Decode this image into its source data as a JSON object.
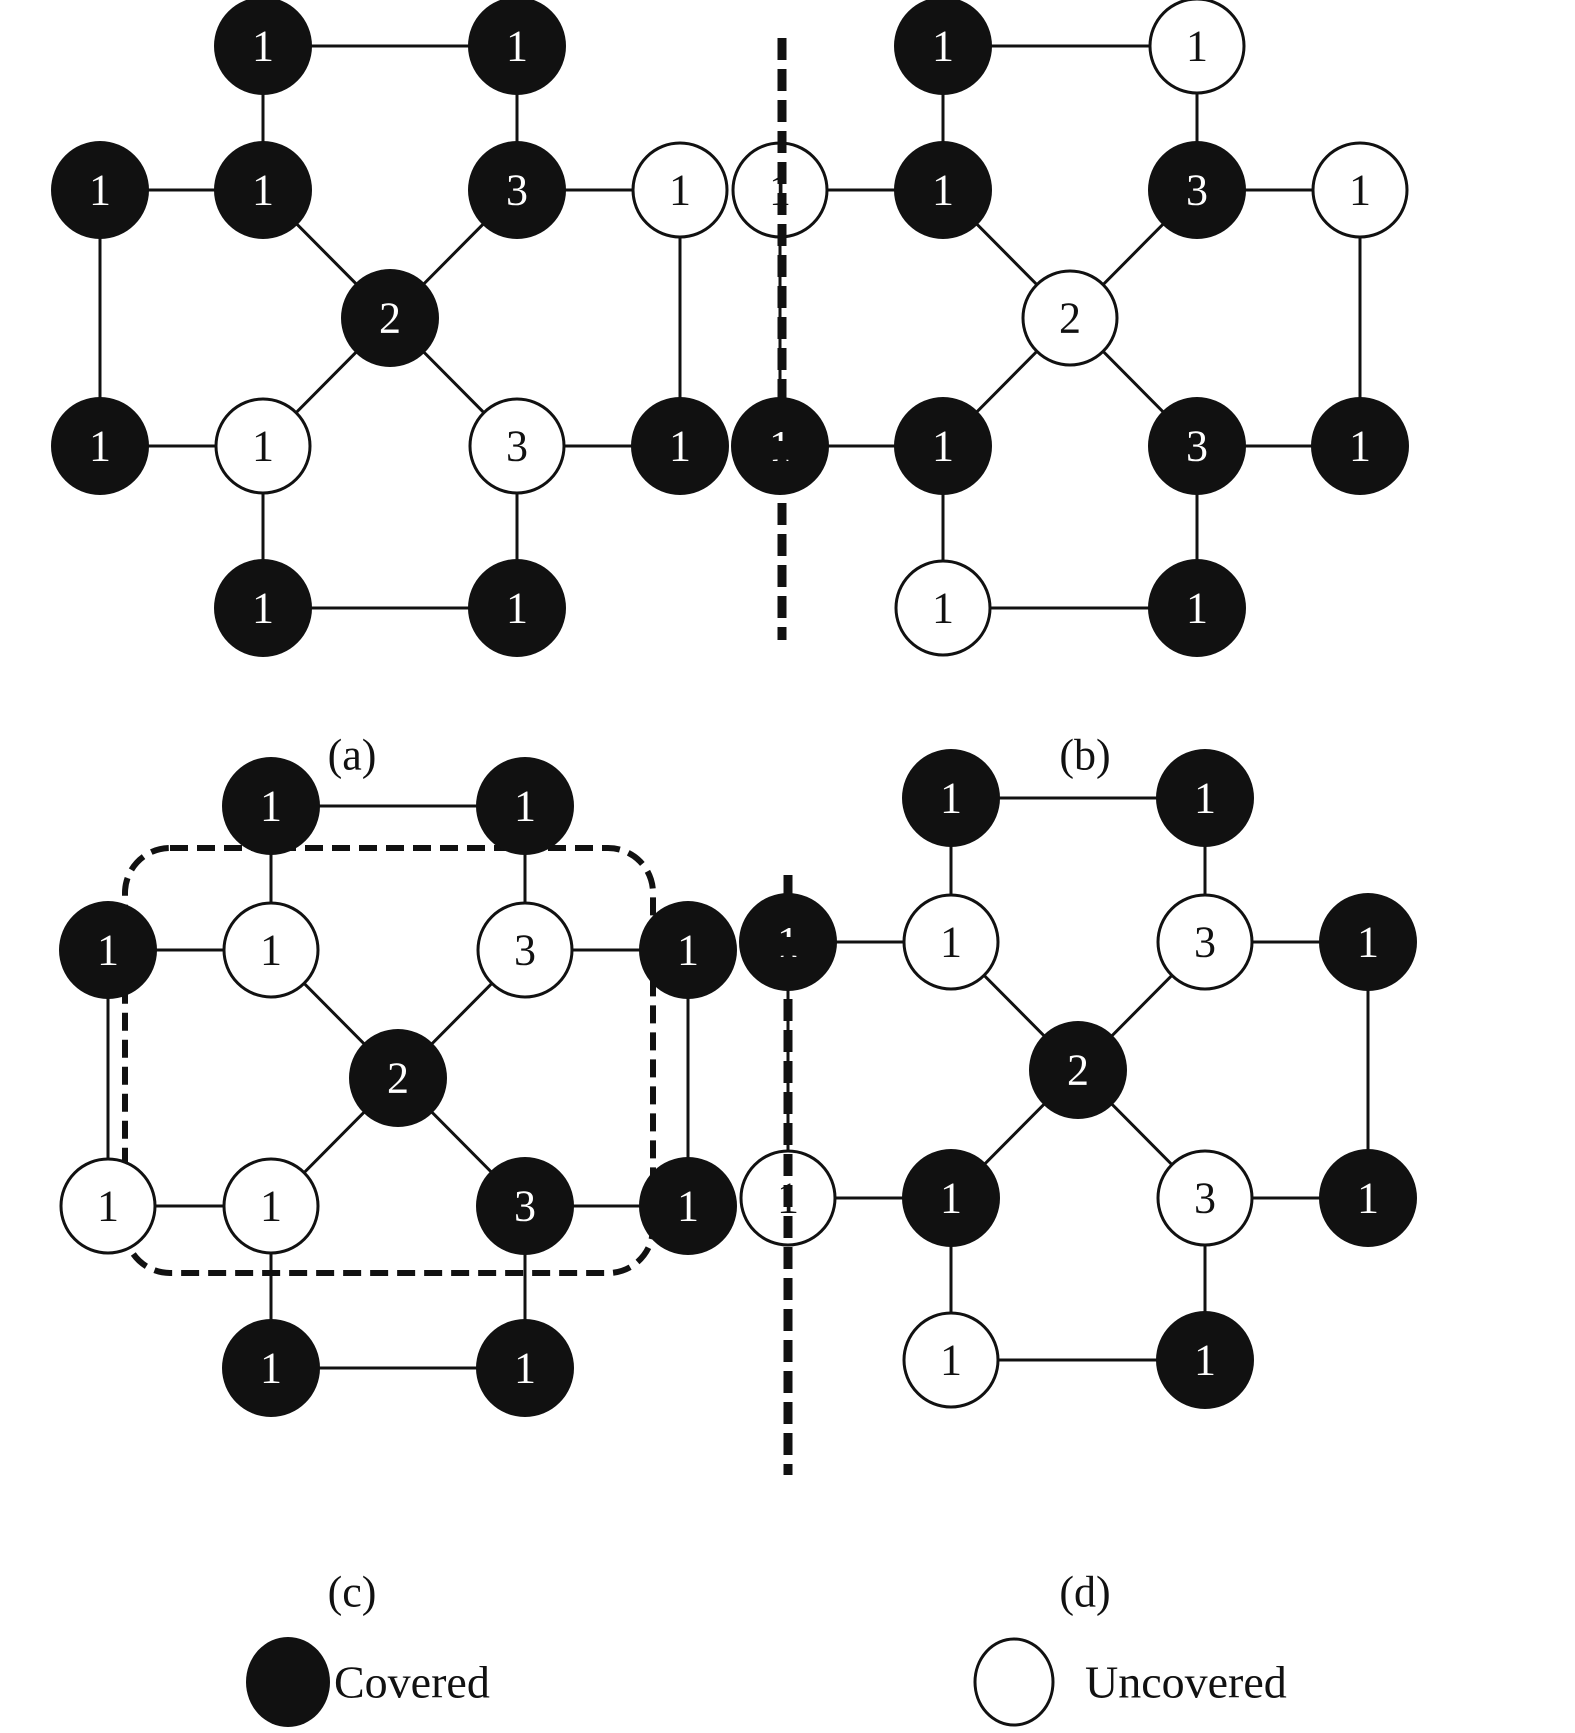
{
  "figure": {
    "panels": [
      {
        "id": "a",
        "caption": "(a)",
        "states": [
          "covered",
          "covered",
          "covered",
          "covered",
          "covered",
          "uncovered",
          "covered",
          "covered",
          "uncovered",
          "uncovered",
          "covered",
          "covered",
          "covered"
        ]
      },
      {
        "id": "b",
        "caption": "(b)",
        "states": [
          "covered",
          "uncovered",
          "uncovered",
          "covered",
          "covered",
          "uncovered",
          "uncovered",
          "covered",
          "covered",
          "covered",
          "covered",
          "uncovered",
          "covered"
        ]
      },
      {
        "id": "c",
        "caption": "(c)",
        "states": [
          "covered",
          "covered",
          "covered",
          "uncovered",
          "uncovered",
          "covered",
          "covered",
          "uncovered",
          "uncovered",
          "covered",
          "covered",
          "covered",
          "covered"
        ],
        "highlight_region": true
      },
      {
        "id": "d",
        "caption": "(d)",
        "states": [
          "covered",
          "covered",
          "covered",
          "uncovered",
          "uncovered",
          "covered",
          "covered",
          "uncovered",
          "covered",
          "uncovered",
          "covered",
          "uncovered",
          "covered"
        ]
      }
    ],
    "node_labels": [
      "1",
      "1",
      "1",
      "1",
      "3",
      "1",
      "2",
      "1",
      "1",
      "3",
      "1",
      "1",
      "1"
    ],
    "node_roles": [
      "top-left",
      "top-right",
      "outer-left-top",
      "inner-top-left",
      "inner-top-right",
      "outer-right-top",
      "center",
      "outer-left-bottom",
      "inner-bottom-left",
      "inner-bottom-right",
      "outer-right-bottom",
      "bottom-left",
      "bottom-right"
    ],
    "edges": [
      [
        0,
        1
      ],
      [
        0,
        3
      ],
      [
        1,
        4
      ],
      [
        2,
        3
      ],
      [
        4,
        5
      ],
      [
        3,
        6
      ],
      [
        4,
        6
      ],
      [
        2,
        7
      ],
      [
        5,
        10
      ],
      [
        6,
        8
      ],
      [
        6,
        9
      ],
      [
        7,
        8
      ],
      [
        9,
        10
      ],
      [
        8,
        11
      ],
      [
        9,
        12
      ],
      [
        11,
        12
      ]
    ],
    "legend": [
      {
        "state": "covered",
        "label": "Covered"
      },
      {
        "state": "uncovered",
        "label": "Uncovered"
      }
    ],
    "colors": {
      "covered": "#111111",
      "uncovered": "#ffffff",
      "stroke": "#111111"
    }
  }
}
